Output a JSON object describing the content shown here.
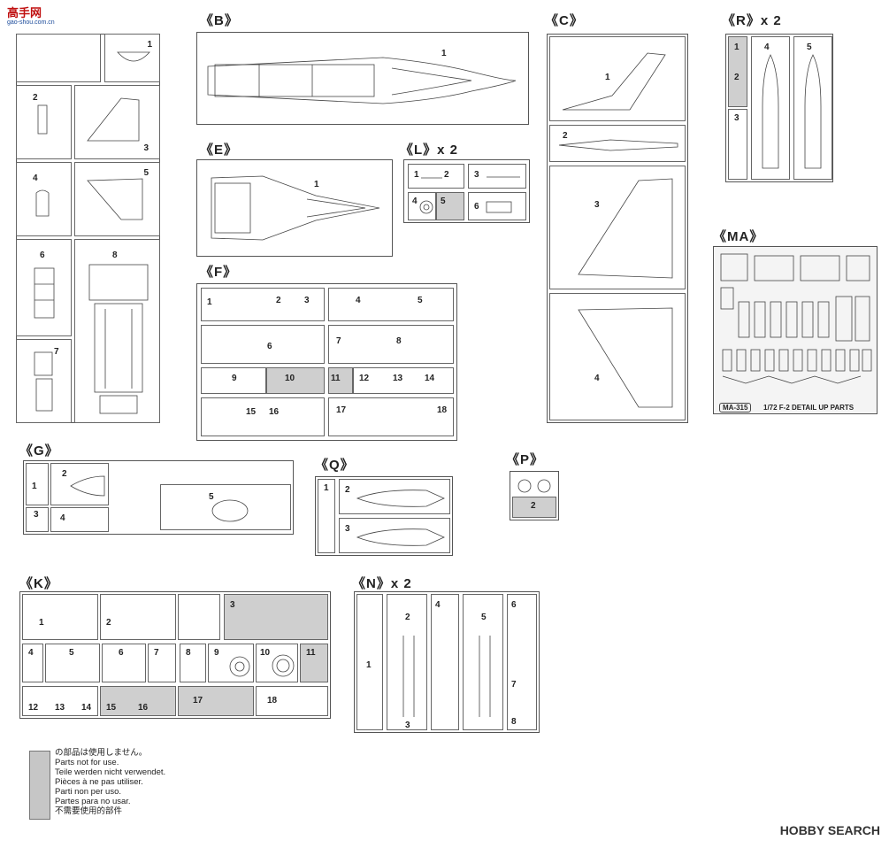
{
  "watermark": {
    "logo_text": "高手网",
    "url": "gao-shou.com.cn"
  },
  "sections": {
    "B": "《B》",
    "C": "《C》",
    "R": "《R》x 2",
    "E": "《E》",
    "L": "《L》x 2",
    "F": "《F》",
    "MA": "《MA》",
    "G": "《G》",
    "Q": "《Q》",
    "P": "《P》",
    "K": "《K》",
    "N": "《N》x 2"
  },
  "left_column": [
    "1",
    "2",
    "3",
    "4",
    "5",
    "6",
    "8",
    "7"
  ],
  "B_parts": [
    "1"
  ],
  "E_parts": [
    "1"
  ],
  "C_parts": [
    "1",
    "2",
    "3",
    "4"
  ],
  "R_parts": [
    "1",
    "2",
    "3",
    "4",
    "5"
  ],
  "L_parts": [
    "1",
    "2",
    "3",
    "4",
    "5",
    "6"
  ],
  "F_parts": [
    "1",
    "2",
    "3",
    "4",
    "5",
    "6",
    "7",
    "8",
    "9",
    "10",
    "11",
    "12",
    "13",
    "14",
    "15",
    "16",
    "17",
    "18"
  ],
  "G_parts": [
    "1",
    "2",
    "3",
    "4",
    "5"
  ],
  "Q_parts": [
    "1",
    "2",
    "3"
  ],
  "P_parts": [
    "2"
  ],
  "K_parts": [
    "1",
    "2",
    "3",
    "4",
    "5",
    "6",
    "7",
    "8",
    "9",
    "10",
    "11",
    "12",
    "13",
    "14",
    "15",
    "16",
    "17",
    "18"
  ],
  "N_parts": [
    "1",
    "2",
    "3",
    "4",
    "5",
    "6",
    "7",
    "8"
  ],
  "MA_fret_label": "MA-315",
  "MA_fret_title": "1/72 F-2 DETAIL UP PARTS",
  "legend": [
    "の部品は使用しません。",
    "Parts not for use.",
    "Teile werden nicht verwendet.",
    "Pièces à ne pas utiliser.",
    "Parti non per uso.",
    "Partes para no usar.",
    "不需要使用的部件"
  ],
  "footer_mark": "HOBBY SEARCH"
}
